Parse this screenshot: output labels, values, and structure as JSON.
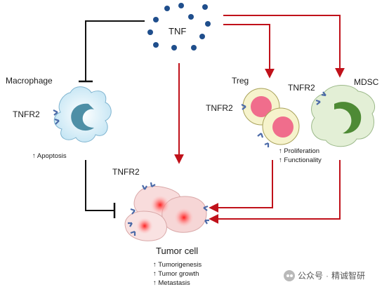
{
  "labels": {
    "tnf": "TNF",
    "macrophage": "Macrophage",
    "treg": "Treg",
    "mdsc": "MDSC",
    "tnfr2_macrophage": "TNFR2",
    "tnfr2_treg": "TNFR2",
    "tnfr2_mdsc": "TNFR2",
    "tnfr2_tumor": "TNFR2",
    "tumor_cell": "Tumor cell"
  },
  "effects": {
    "macrophage": "↑ Apoptosis",
    "treg_mdsc": [
      "↑ Proliferation",
      "↑ Functionality"
    ],
    "tumor": [
      "↑ Tumorigenesis",
      "↑ Tumor growth",
      "↑ Metastasis"
    ]
  },
  "watermark": {
    "text": "公众号",
    "separator": "·",
    "name": "精诚智研"
  },
  "colors": {
    "tnf_dot": "#1f4e8c",
    "inhibit_line": "#111111",
    "activate_arrow": "#c0111a",
    "macrophage_fill": "#dff1fa",
    "treg_fill": "#f6f3cc",
    "treg_nucleus": "#f06d8c",
    "mdsc_fill": "#e3efd6",
    "mdsc_nucleus": "#4e8a35",
    "tumor_fill": "#f8dcdc",
    "receptor": "#4b6aa8"
  }
}
